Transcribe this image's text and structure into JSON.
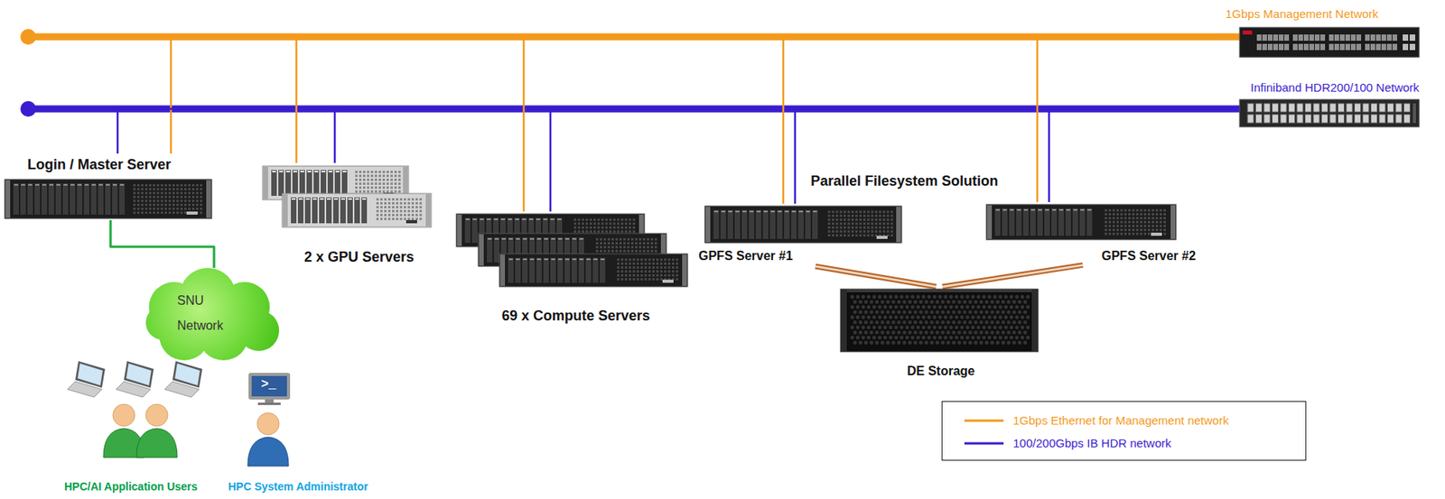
{
  "diagram": {
    "nodes": [
      {
        "text": [
          "1Gbps Management Network"
        ]
      },
      {
        "text": [
          "Infiniband HDR200/100 Network"
        ]
      },
      {
        "text": [
          "Login / Master Server"
        ]
      },
      {
        "text": [
          "2 x GPU Servers"
        ]
      },
      {
        "text": [
          "69 x Compute Servers"
        ]
      },
      {
        "text": [
          "GPFS Server #1"
        ]
      },
      {
        "text": [
          "GPFS Server #2"
        ]
      },
      {
        "text": [
          "DE Storage"
        ]
      },
      {
        "text": [
          "SNU Network"
        ]
      },
      {
        "text": [
          "HPC/AI Application Users"
        ]
      },
      {
        "text": [
          "HPC System Administrator"
        ]
      }
    ],
    "edges": [
      {
        "from": 2,
        "to": 0,
        "arrow": "none"
      },
      {
        "from": 2,
        "to": 1,
        "arrow": "none"
      },
      {
        "from": 3,
        "to": 0,
        "arrow": "none"
      },
      {
        "from": 3,
        "to": 1,
        "arrow": "none"
      },
      {
        "from": 4,
        "to": 0,
        "arrow": "none"
      },
      {
        "from": 4,
        "to": 1,
        "arrow": "none"
      },
      {
        "from": 5,
        "to": 0,
        "arrow": "none"
      },
      {
        "from": 5,
        "to": 1,
        "arrow": "none"
      },
      {
        "from": 6,
        "to": 0,
        "arrow": "none"
      },
      {
        "from": 6,
        "to": 1,
        "arrow": "none"
      },
      {
        "from": 2,
        "to": 8,
        "arrow": "none"
      },
      {
        "from": 5,
        "to": 7,
        "arrow": "none"
      },
      {
        "from": 6,
        "to": 7,
        "arrow": "none"
      }
    ],
    "labels": [
      "Parallel Filesystem Solution",
      ">_"
    ],
    "legend": [
      {
        "text": "1Gbps Ethernet for Management network"
      },
      {
        "text": "100/200Gbps IB HDR network"
      }
    ]
  }
}
